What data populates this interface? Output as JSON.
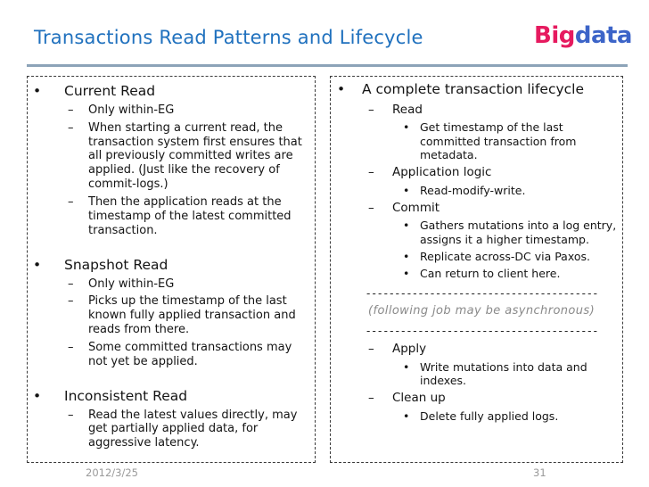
{
  "title": "Transactions Read Patterns and Lifecycle",
  "logo": {
    "big": "Big",
    "data": "data"
  },
  "colors": {
    "title_blue": "#2071BE",
    "rule_gray_blue": "#8CA3B8",
    "logo_pink": "#E61A5F",
    "logo_blue": "#3C64C8",
    "note_gray": "#8a8a8a"
  },
  "markers": {
    "l1": "•",
    "l2": "–",
    "l3": "•"
  },
  "left_panel": {
    "sections": [
      {
        "heading": "Current Read",
        "items": [
          "Only within-EG",
          "When starting a current read, the transaction system first ensures that all previously committed writes are applied. (Just like the recovery of commit-logs.)",
          "Then the application reads at the timestamp of the latest committed transaction."
        ]
      },
      {
        "heading": "Snapshot Read",
        "items": [
          "Only within-EG",
          "Picks up the timestamp of the last known fully applied transaction and reads from there.",
          "Some committed transactions may not yet be applied."
        ]
      },
      {
        "heading": "Inconsistent Read",
        "items": [
          "Read the latest values directly, may get partially applied data, for aggressive latency."
        ]
      }
    ]
  },
  "right_panel": {
    "heading": "A complete transaction lifecycle",
    "steps_before": [
      {
        "label": "Read",
        "details": [
          "Get timestamp of the last committed transaction from metadata."
        ]
      },
      {
        "label": "Application logic",
        "details": [
          "Read-modify-write."
        ]
      },
      {
        "label": "Commit",
        "details": [
          "Gathers mutations into a log entry, assigns it a higher timestamp.",
          "Replicate across-DC via Paxos.",
          "Can return to client here."
        ]
      }
    ],
    "separator": "----------------------------------------",
    "async_note": "(following job may be asynchronous)",
    "steps_after": [
      {
        "label": "Apply",
        "details": [
          "Write mutations into data and indexes."
        ]
      },
      {
        "label": "Clean up",
        "details": [
          "Delete fully applied logs."
        ]
      }
    ]
  },
  "footer": {
    "date": "2012/3/25",
    "page": "31"
  }
}
